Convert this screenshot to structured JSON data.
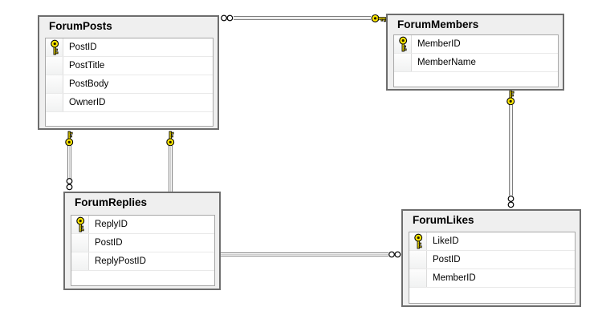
{
  "diagram": {
    "tables": [
      {
        "name": "ForumPosts",
        "columns": [
          {
            "name": "PostID",
            "primary_key": true
          },
          {
            "name": "PostTitle",
            "primary_key": false
          },
          {
            "name": "PostBody",
            "primary_key": false
          },
          {
            "name": "OwnerID",
            "primary_key": false
          }
        ]
      },
      {
        "name": "ForumMembers",
        "columns": [
          {
            "name": "MemberID",
            "primary_key": true
          },
          {
            "name": "MemberName",
            "primary_key": false
          }
        ]
      },
      {
        "name": "ForumReplies",
        "columns": [
          {
            "name": "ReplyID",
            "primary_key": true
          },
          {
            "name": "PostID",
            "primary_key": false
          },
          {
            "name": "ReplyPostID",
            "primary_key": false
          }
        ]
      },
      {
        "name": "ForumLikes",
        "columns": [
          {
            "name": "LikeID",
            "primary_key": true
          },
          {
            "name": "PostID",
            "primary_key": false
          },
          {
            "name": "MemberID",
            "primary_key": false
          }
        ]
      }
    ],
    "relationships": [
      {
        "one_side": "ForumMembers",
        "many_side": "ForumPosts"
      },
      {
        "one_side": "ForumPosts",
        "many_side": "ForumReplies"
      },
      {
        "one_side": "ForumPosts",
        "many_side": "ForumReplies"
      },
      {
        "one_side": "ForumMembers",
        "many_side": "ForumLikes"
      },
      {
        "one_side": "ForumReplies",
        "many_side": "ForumLikes"
      }
    ],
    "colors": {
      "key_icon": "#ffe800",
      "table_background": "#efefef",
      "table_border": "#6d6d6d",
      "grid_border": "#a8a8a8",
      "connector": "#7e7e7e"
    }
  }
}
